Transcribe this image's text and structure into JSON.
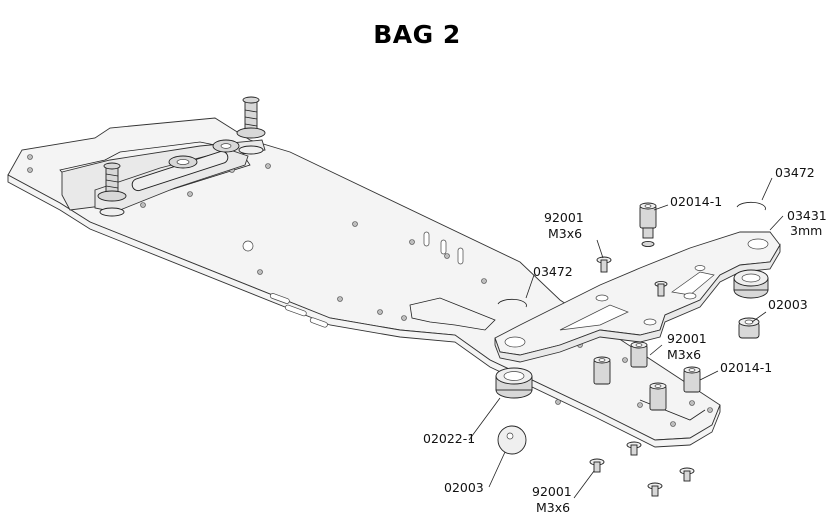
{
  "title": "BAG 2",
  "callouts": {
    "c03472_top": "03472",
    "c02014_1_top": "02014-1",
    "c92001_top_num": "92001",
    "c92001_top_size": "M3x6",
    "c03431_num": "03431",
    "c03431_size": "3mm",
    "c03472_left": "03472",
    "c02003_right": "02003",
    "c92001_mid_num": "92001",
    "c92001_mid_size": "M3x6",
    "c02014_1_mid": "02014-1",
    "c02022_1": "02022-1",
    "c02003_bottom": "02003",
    "c92001_bottom_num": "92001",
    "c92001_bottom_size": "M3x6"
  }
}
